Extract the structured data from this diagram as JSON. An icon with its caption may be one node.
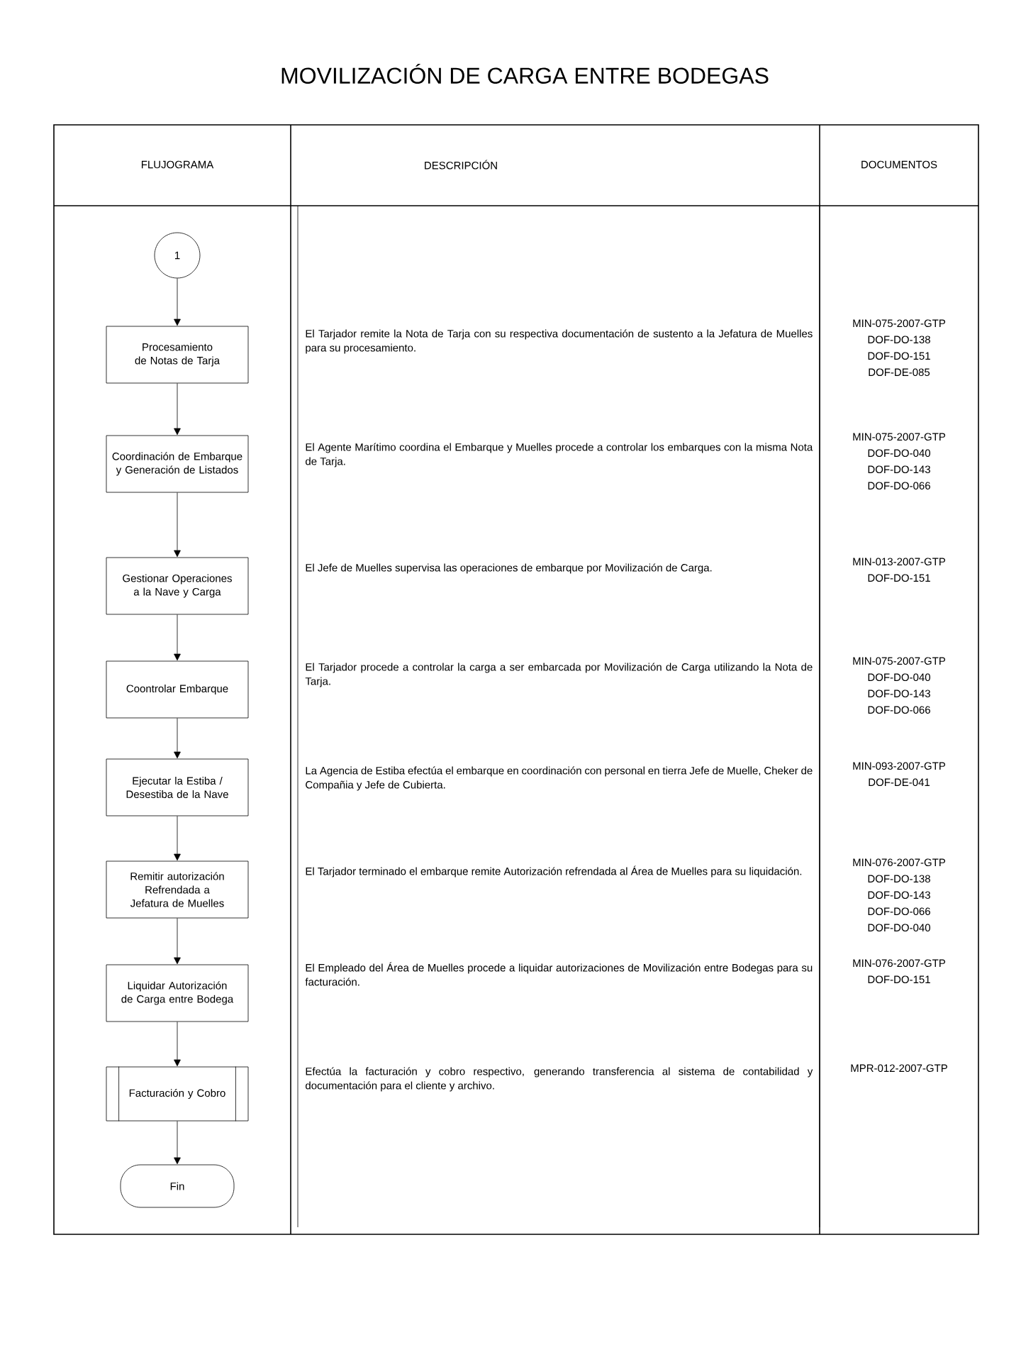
{
  "diagram": {
    "title": "MOVILIZACIÓN DE CARGA ENTRE BODEGAS",
    "nodes": [
      {
        "text": [
          "1"
        ]
      },
      {
        "text": [
          "Procesamiento de Notas de Tarja"
        ]
      },
      {
        "text": [
          "Coordinación de Embarque y Generación de Listados"
        ]
      },
      {
        "text": [
          "Gestionar Operaciones a la Nave y Carga"
        ]
      },
      {
        "text": [
          "Coontrolar Embarque"
        ]
      },
      {
        "text": [
          "Ejecutar la Estiba / Desestiba de la Nave"
        ]
      },
      {
        "text": [
          "Remitir autorización Refrendada a Jefatura de Muelles"
        ]
      },
      {
        "text": [
          "Liquidar Autorización de Carga entre Bodega"
        ]
      },
      {
        "text": [
          "Facturación y Cobro"
        ]
      },
      {
        "text": [
          "Fin"
        ]
      }
    ],
    "edges": [
      {
        "from": 0,
        "to": 1,
        "arrow": "to"
      },
      {
        "from": 1,
        "to": 2,
        "arrow": "to"
      },
      {
        "from": 2,
        "to": 3,
        "arrow": "to"
      },
      {
        "from": 3,
        "to": 4,
        "arrow": "to"
      },
      {
        "from": 4,
        "to": 5,
        "arrow": "to"
      },
      {
        "from": 5,
        "to": 6,
        "arrow": "to"
      },
      {
        "from": 6,
        "to": 7,
        "arrow": "to"
      },
      {
        "from": 7,
        "to": 8,
        "arrow": "to"
      },
      {
        "from": 8,
        "to": 9,
        "arrow": "to"
      }
    ],
    "labels": [
      "FLUJOGRAMA",
      "DESCRIPCIÓN",
      "DOCUMENTOS",
      "El Tarjador remite la Nota de Tarja con su respectiva documentación de sustento a la Jefatura de Muelles para su procesamiento.",
      "MIN-075-2007-GTP",
      "DOF-DO-138",
      "DOF-DO-151",
      "DOF-DE-085",
      "El Agente Marítimo coordina el Embarque y Muelles procede a controlar los embarques con la misma Nota de Tarja.",
      "MIN-075-2007-GTP",
      "DOF-DO-040",
      "DOF-DO-143",
      "DOF-DO-066",
      "El Jefe de Muelles supervisa las operaciones de embarque por Movilización de Carga.",
      "MIN-013-2007-GTP",
      "DOF-DO-151",
      "El Tarjador procede a controlar la carga a ser embarcada por Movilización de Carga utilizando la Nota de Tarja.",
      "MIN-075-2007-GTP",
      "DOF-DO-040",
      "DOF-DO-143",
      "DOF-DO-066",
      "La Agencia de Estiba efectúa el embarque en coordinación con personal en tierra Jefe de Muelle, Cheker de Compañia y Jefe de Cubierta.",
      "MIN-093-2007-GTP",
      "DOF-DE-041",
      "El Tarjador terminado el embarque remite Autorización refrendada al Área de Muelles para su liquidación.",
      "MIN-076-2007-GTP",
      "DOF-DO-138",
      "DOF-DO-143",
      "DOF-DO-066",
      "DOF-DO-040",
      "El Empleado del Área de Muelles procede a liquidar autorizaciones de Movilización entre Bodegas para su facturación.",
      "MIN-076-2007-GTP",
      "DOF-DO-151",
      "Efectúa la facturación y cobro respectivo, generando transferencia al sistema de contabilidad y documentación para el cliente y archivo.",
      "MPR-012-2007-GTP"
    ]
  }
}
